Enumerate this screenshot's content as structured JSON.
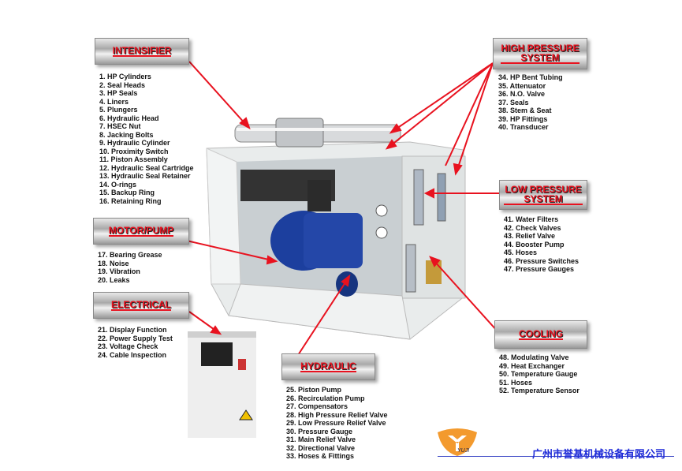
{
  "sections": {
    "intensifier": {
      "title": "INTENSIFIER",
      "items": [
        "1. HP Cylinders",
        "2. Seal Heads",
        "3. HP Seals",
        "4. Liners",
        "5. Plungers",
        "6. Hydraulic Head",
        "7. HSEC Nut",
        "8. Jacking Bolts",
        "9. Hydraulic Cylinder",
        "10. Proximity Switch",
        "11. Piston Assembly",
        "12. Hydraulic Seal Cartridge",
        "13. Hydraulic Seal Retainer",
        "14. O-rings",
        "15. Backup Ring",
        "16. Retaining Ring"
      ]
    },
    "high_pressure": {
      "title": "HIGH PRESSURE SYSTEM",
      "items": [
        "34. HP Bent Tubing",
        "35. Attenuator",
        "36. N.O. Valve",
        "37. Seals",
        "38. Stem & Seat",
        "39. HP Fittings",
        "40. Transducer"
      ]
    },
    "motor_pump": {
      "title": "MOTOR/PUMP",
      "items": [
        "17. Bearing Grease",
        "18. Noise",
        "19. Vibration",
        "20. Leaks"
      ]
    },
    "electrical": {
      "title": "ELECTRICAL",
      "items": [
        "21. Display Function",
        "22. Power Supply Test",
        "23. Voltage Check",
        "24. Cable Inspection"
      ]
    },
    "low_pressure": {
      "title": "LOW PRESSURE SYSTEM",
      "items": [
        "41. Water Filters",
        "42. Check Valves",
        "43. Relief Valve",
        "44. Booster Pump",
        "45. Hoses",
        "46. Pressure Switches",
        "47. Pressure Gauges"
      ]
    },
    "hydraulic": {
      "title": "HYDRAULIC",
      "items": [
        "25. Piston Pump",
        "26. Recirculation Pump",
        "27. Compensators",
        "28. High Pressure Relief Valve",
        "29. Low Pressure Relief Valve",
        "30. Pressure Gauge",
        "31. Main Relief Valve",
        "32. Directional Valve",
        "33. Hoses & Fittings"
      ]
    },
    "cooling": {
      "title": "COOLING",
      "items": [
        "48. Modulating Valve",
        "49. Heat Exchanger",
        "50. Temperature Gauge",
        "51. Hoses",
        "52. Temperature Sensor"
      ]
    }
  },
  "footer": {
    "logo_text": "YUJI",
    "company": "广州市誉基机械设备有限公司"
  },
  "colors": {
    "label_red": "#e8121f",
    "company_blue": "#1e2bd8",
    "motor_blue": "#1c3f9e"
  }
}
